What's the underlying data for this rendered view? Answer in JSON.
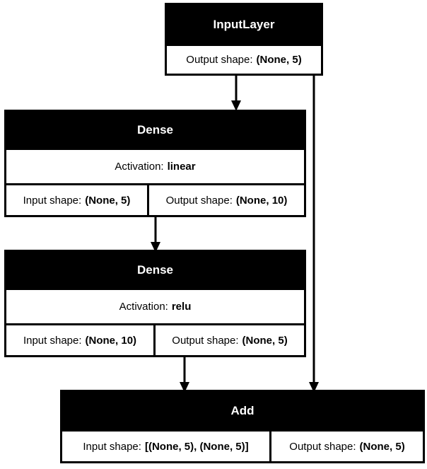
{
  "diagram": {
    "type": "neural-network-model-graph",
    "nodes": [
      {
        "id": "input-layer",
        "title": "InputLayer",
        "output_label": "Output shape:",
        "output_value": "(None, 5)"
      },
      {
        "id": "dense-1",
        "title": "Dense",
        "activation_label": "Activation:",
        "activation_value": "linear",
        "input_label": "Input shape:",
        "input_value": "(None, 5)",
        "output_label": "Output shape:",
        "output_value": "(None, 10)"
      },
      {
        "id": "dense-2",
        "title": "Dense",
        "activation_label": "Activation:",
        "activation_value": "relu",
        "input_label": "Input shape:",
        "input_value": "(None, 10)",
        "output_label": "Output shape:",
        "output_value": "(None, 5)"
      },
      {
        "id": "add",
        "title": "Add",
        "input_label": "Input shape:",
        "input_value": "[(None, 5), (None, 5)]",
        "output_label": "Output shape:",
        "output_value": "(None, 5)"
      }
    ],
    "edges": [
      {
        "from": "input-layer",
        "to": "dense-1"
      },
      {
        "from": "dense-1",
        "to": "dense-2"
      },
      {
        "from": "dense-2",
        "to": "add"
      },
      {
        "from": "input-layer",
        "to": "add"
      }
    ],
    "colors": {
      "node_header_background": "#000000",
      "node_header_text": "#ffffff",
      "node_body_background": "#ffffff",
      "node_body_text": "#000000",
      "border": "#000000",
      "edge": "#000000",
      "canvas_background": "#ffffff"
    }
  }
}
